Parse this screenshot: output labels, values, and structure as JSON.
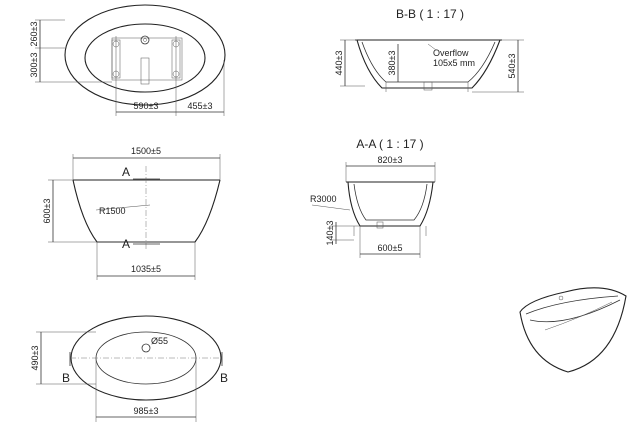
{
  "views": {
    "top_plan": {
      "dim_260": "260±3",
      "dim_300": "300±3",
      "dim_590": "590±3",
      "dim_455": "455±3"
    },
    "section_bb": {
      "title": "B-B ( 1 : 17 )",
      "dim_440": "440±3",
      "dim_380": "380±3",
      "dim_540": "540±3",
      "overflow_label": "Overflow",
      "overflow_size": "105x5 mm"
    },
    "front_elevation": {
      "dim_1500": "1500±5",
      "dim_600": "600±3",
      "radius": "R1500",
      "dim_1035": "1035±5",
      "cut_mark_top": "A",
      "cut_mark_bottom": "A"
    },
    "section_aa": {
      "title": "A-A ( 1 : 17 )",
      "dim_820": "820±3",
      "radius": "R3000",
      "dim_140": "140±3",
      "dim_600": "600±5"
    },
    "plan_view": {
      "dim_490": "490±3",
      "drain": "Ø55",
      "dim_985": "985±3",
      "cut_mark_left": "B",
      "cut_mark_right": "B"
    }
  },
  "colors": {
    "line": "#222222",
    "dimension": "#333333",
    "background": "#ffffff"
  }
}
